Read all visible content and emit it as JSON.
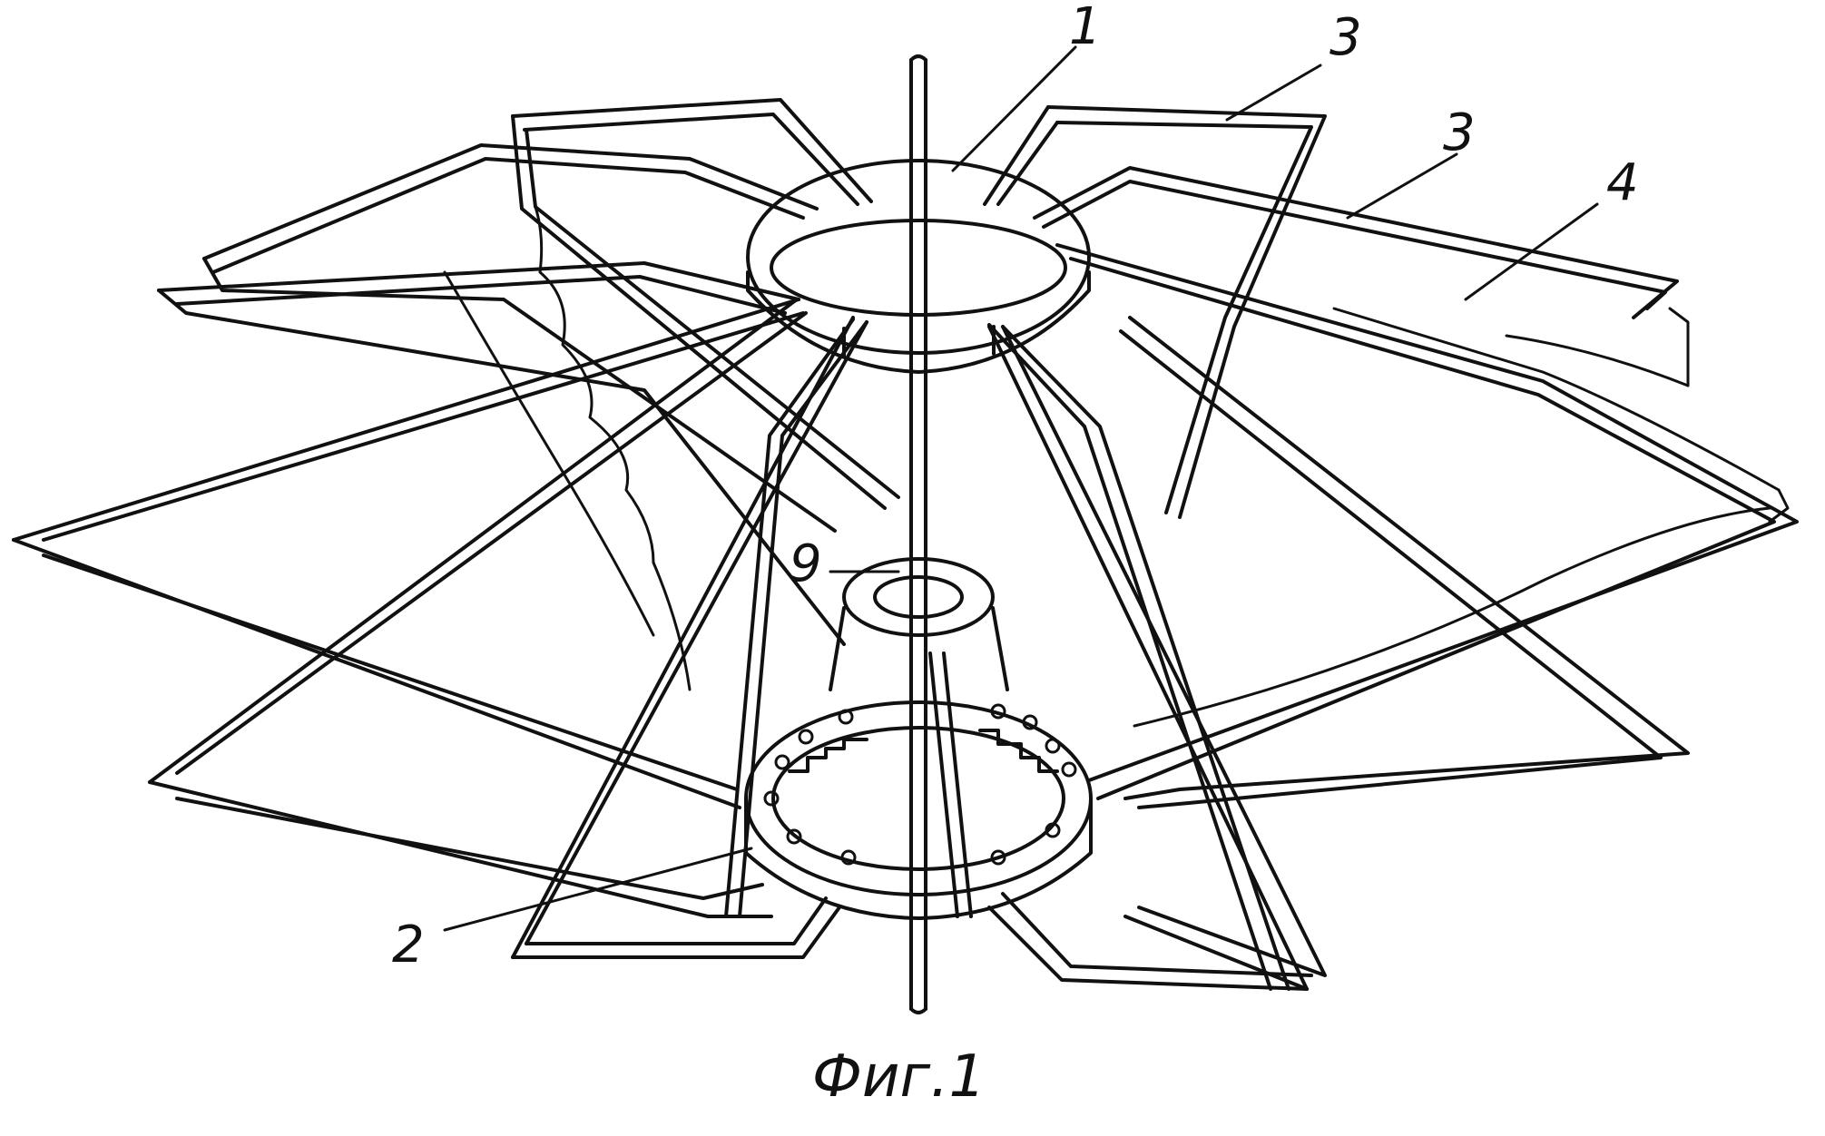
{
  "figure": {
    "caption": "Фиг.1",
    "stroke_color": "#111111",
    "background_color": "#ffffff",
    "labels": {
      "upper_ring": "1",
      "lower_ring": "2",
      "frame_a": "3",
      "frame_b": "3",
      "sheet": "4",
      "hub": "9"
    }
  }
}
